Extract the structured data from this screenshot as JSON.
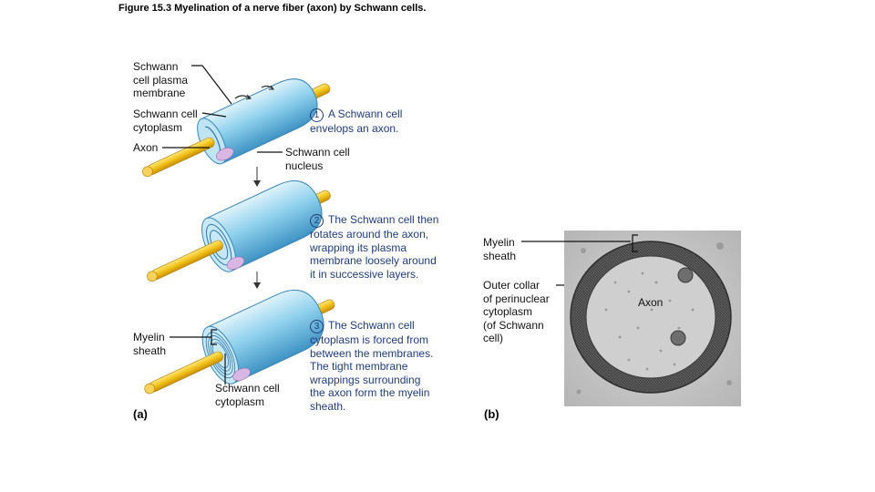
{
  "figure_title": "Figure 15.3  Myelination of a nerve fiber (axon) by Schwann cells.",
  "panel_a": {
    "tag": "(a)",
    "labels": {
      "plasma_membrane": [
        "Schwann",
        "cell plasma",
        "membrane"
      ],
      "cytoplasm": [
        "Schwann cell",
        "cytoplasm"
      ],
      "axon": "Axon",
      "nucleus": [
        "Schwann cell",
        "nucleus"
      ],
      "myelin_sheath": [
        "Myelin",
        "sheath"
      ],
      "cytoplasm_bottom": [
        "Schwann cell",
        "cytoplasm"
      ]
    },
    "steps": [
      {
        "num": "1",
        "lines": [
          "A Schwann cell",
          "envelops an axon."
        ]
      },
      {
        "num": "2",
        "lines": [
          "The Schwann cell then",
          "rotates around the axon,",
          "wrapping its plasma",
          "membrane loosely around",
          "it in successive layers."
        ]
      },
      {
        "num": "3",
        "lines": [
          "The Schwann cell",
          "cytoplasm is forced from",
          "between the membranes.",
          "The tight membrane",
          "wrappings surrounding",
          "the axon form the myelin",
          "sheath."
        ]
      }
    ]
  },
  "panel_b": {
    "tag": "(b)",
    "labels": {
      "myelin_sheath": [
        "Myelin",
        "sheath"
      ],
      "outer_collar": [
        "Outer collar",
        "of perinuclear",
        "cytoplasm",
        "(of Schwann",
        "cell)"
      ],
      "axon": "Axon"
    }
  },
  "colors": {
    "step_text": "#1e3d7a",
    "axon_yellow": "#f2c21b",
    "schwann_blue": "#8fd0ec"
  }
}
